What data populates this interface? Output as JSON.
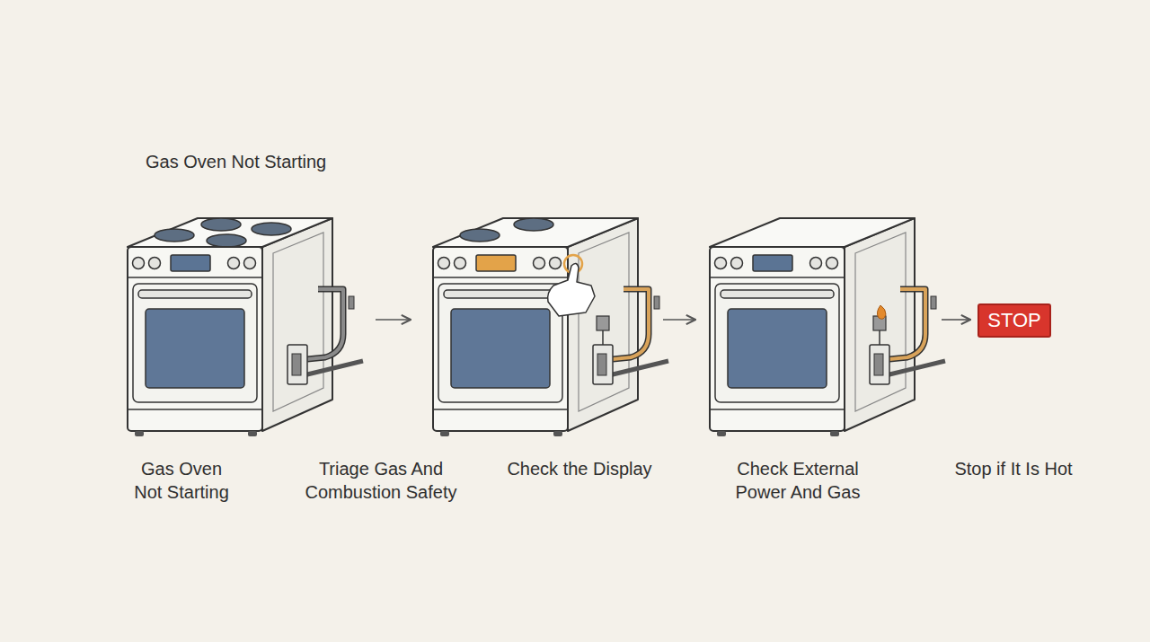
{
  "diagram": {
    "title": "Gas Oven Not Starting",
    "nodes": [
      {
        "text": [
          "STOP"
        ]
      }
    ],
    "labels": [
      "Gas Oven Not Starting",
      "Triage Gas And Combustion Safety",
      "Check the Display",
      "Check External Power And Gas",
      "Stop if It Is Hot"
    ]
  }
}
